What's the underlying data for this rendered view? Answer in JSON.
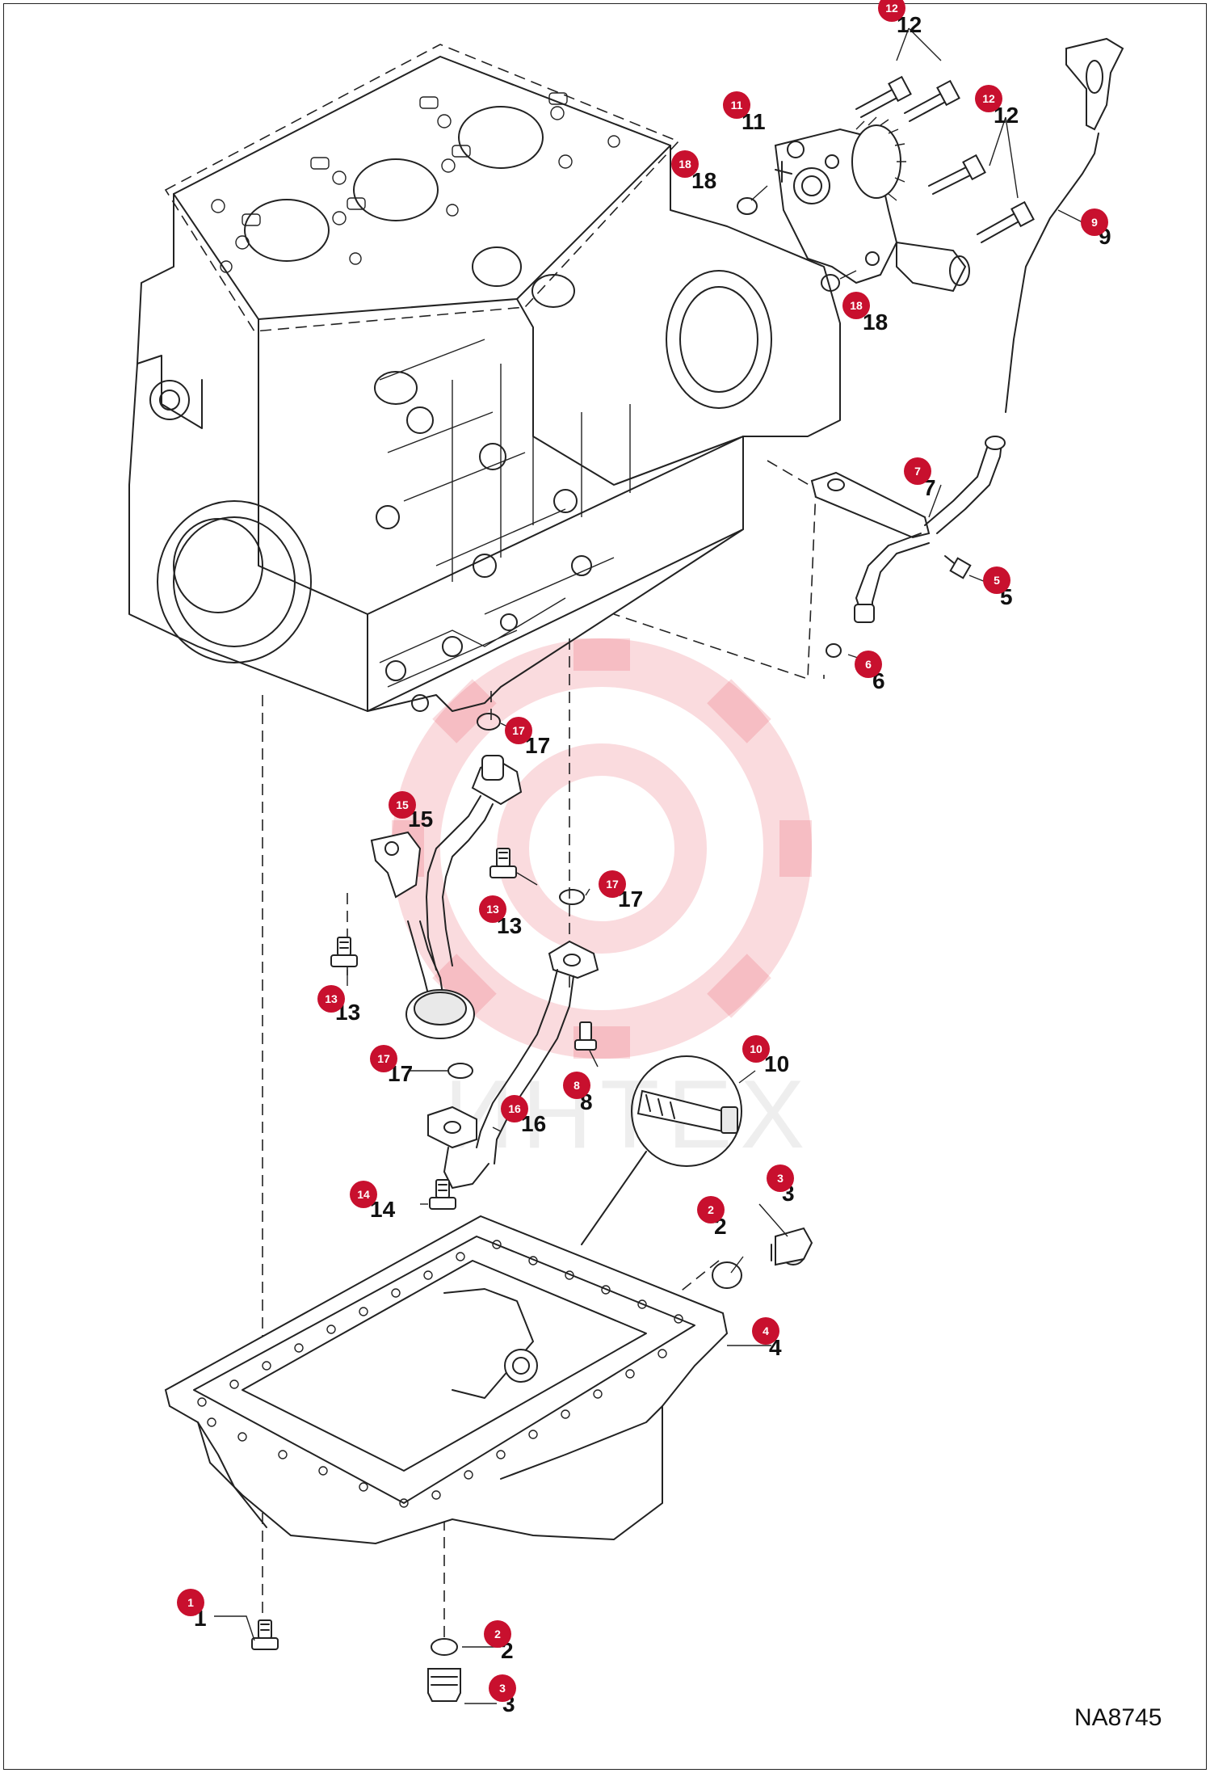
{
  "drawing_id": "NA8745",
  "watermark": "ИНТЕХ",
  "colors": {
    "callout_badge": "#c8102e",
    "line": "#222222",
    "watermark": "#e63946"
  },
  "callouts": [
    {
      "id": "c12a",
      "number": "12"
    },
    {
      "id": "c11",
      "number": "11"
    },
    {
      "id": "c12b",
      "number": "12"
    },
    {
      "id": "c18a",
      "number": "18"
    },
    {
      "id": "c9",
      "number": "9"
    },
    {
      "id": "c18b",
      "number": "18"
    },
    {
      "id": "c7",
      "number": "7"
    },
    {
      "id": "c5",
      "number": "5"
    },
    {
      "id": "c6",
      "number": "6"
    },
    {
      "id": "c17a",
      "number": "17"
    },
    {
      "id": "c15",
      "number": "15"
    },
    {
      "id": "c13a",
      "number": "13"
    },
    {
      "id": "c17b",
      "number": "17"
    },
    {
      "id": "c13b",
      "number": "13"
    },
    {
      "id": "c17c",
      "number": "17"
    },
    {
      "id": "c10",
      "number": "10"
    },
    {
      "id": "c8",
      "number": "8"
    },
    {
      "id": "c16",
      "number": "16"
    },
    {
      "id": "c14",
      "number": "14"
    },
    {
      "id": "c3a",
      "number": "3"
    },
    {
      "id": "c2a",
      "number": "2"
    },
    {
      "id": "c4",
      "number": "4"
    },
    {
      "id": "c1",
      "number": "1"
    },
    {
      "id": "c2b",
      "number": "2"
    },
    {
      "id": "c3b",
      "number": "3"
    }
  ]
}
